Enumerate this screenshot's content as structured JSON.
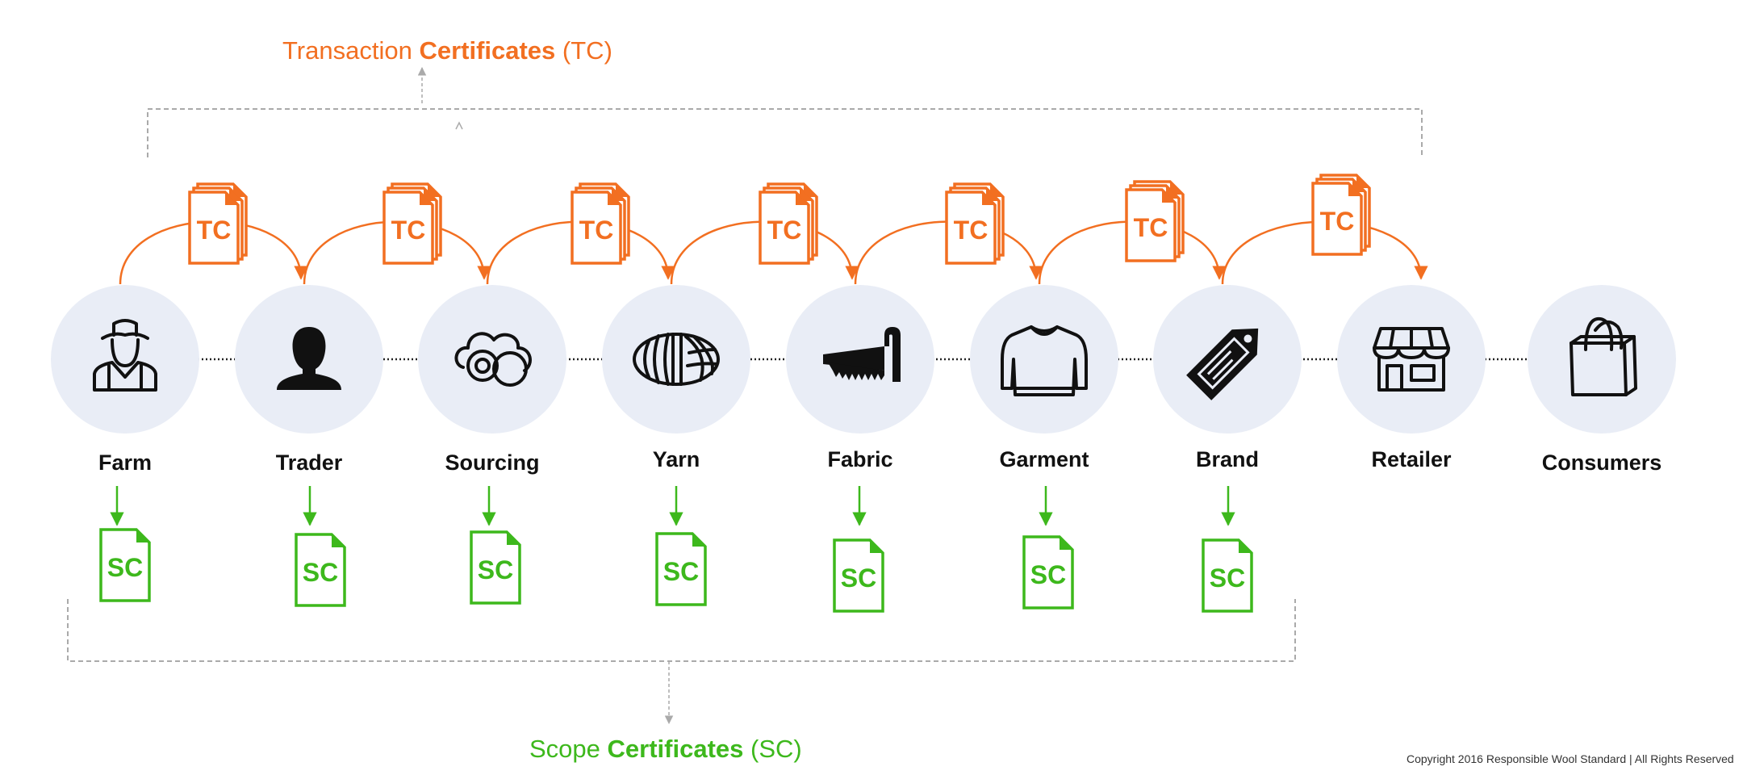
{
  "headings": {
    "tc_prefix": "Transaction",
    "tc_main": "Certificates",
    "tc_suffix": "(TC)",
    "sc_prefix": "Scope",
    "sc_main": "Certificates",
    "sc_suffix": "(SC)"
  },
  "stages": [
    {
      "label": "Farm",
      "icon": "farmer-icon",
      "has_sc": true
    },
    {
      "label": "Trader",
      "icon": "person-silhouette-icon",
      "has_sc": true
    },
    {
      "label": "Sourcing",
      "icon": "wool-cloud-icon",
      "has_sc": true
    },
    {
      "label": "Yarn",
      "icon": "yarn-ball-icon",
      "has_sc": true
    },
    {
      "label": "Fabric",
      "icon": "fabric-comb-icon",
      "has_sc": true
    },
    {
      "label": "Garment",
      "icon": "sweater-icon",
      "has_sc": true
    },
    {
      "label": "Brand",
      "icon": "price-tag-icon",
      "has_sc": true
    },
    {
      "label": "Retailer",
      "icon": "storefront-icon",
      "has_sc": false
    },
    {
      "label": "Consumers",
      "icon": "shopping-bag-icon",
      "has_sc": false
    }
  ],
  "tc_doc_label": "TC",
  "sc_doc_label": "SC",
  "tc_count": 7,
  "colors": {
    "tc": "#f26f21",
    "sc": "#3db81c",
    "node_fill": "#e9edf6",
    "dashed": "#aaaaaa",
    "icon": "#111111"
  },
  "footer": {
    "copyright": "Copyright 2016 Responsible Wool Standard | All Rights Reserved"
  }
}
